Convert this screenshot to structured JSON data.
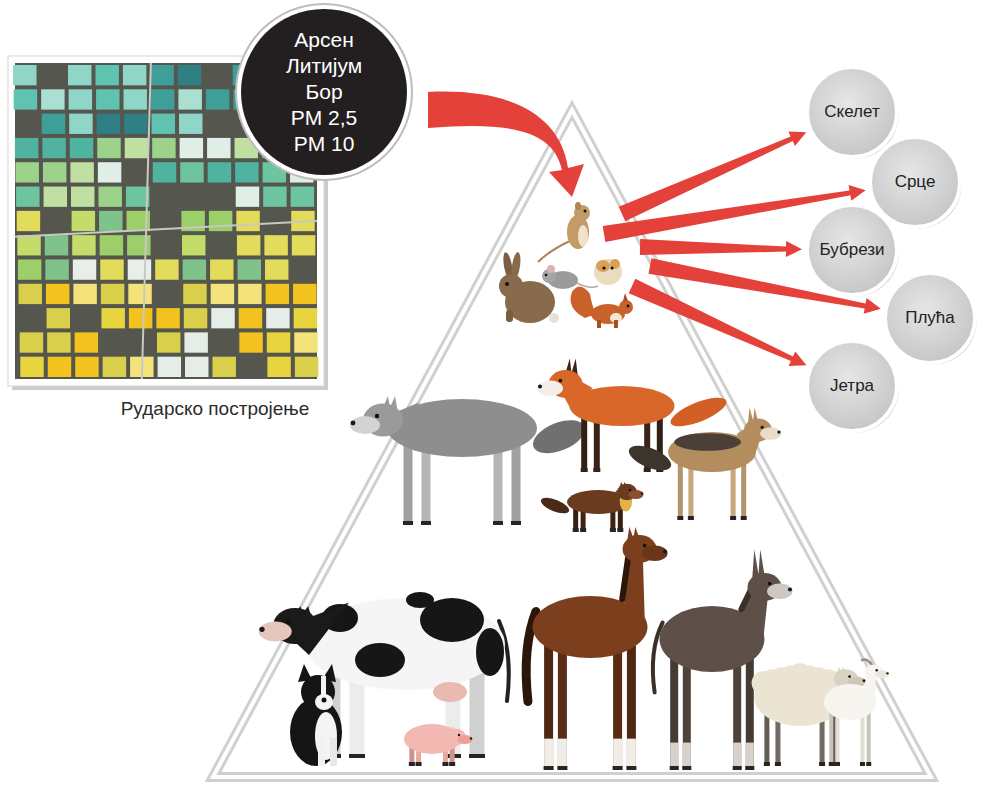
{
  "diagram": {
    "nodes": [
      {
        "text": [
          "Рударско постројење"
        ]
      },
      {
        "text": [
          "Арсен",
          "Литијум",
          "Бор",
          "PM 2,5",
          "PM 10"
        ]
      },
      {
        "text": [
          "Скелет"
        ]
      },
      {
        "text": [
          "Срце"
        ]
      },
      {
        "text": [
          "Бубрези"
        ]
      },
      {
        "text": [
          "Плућа"
        ]
      },
      {
        "text": [
          "Јетра"
        ]
      }
    ]
  }
}
